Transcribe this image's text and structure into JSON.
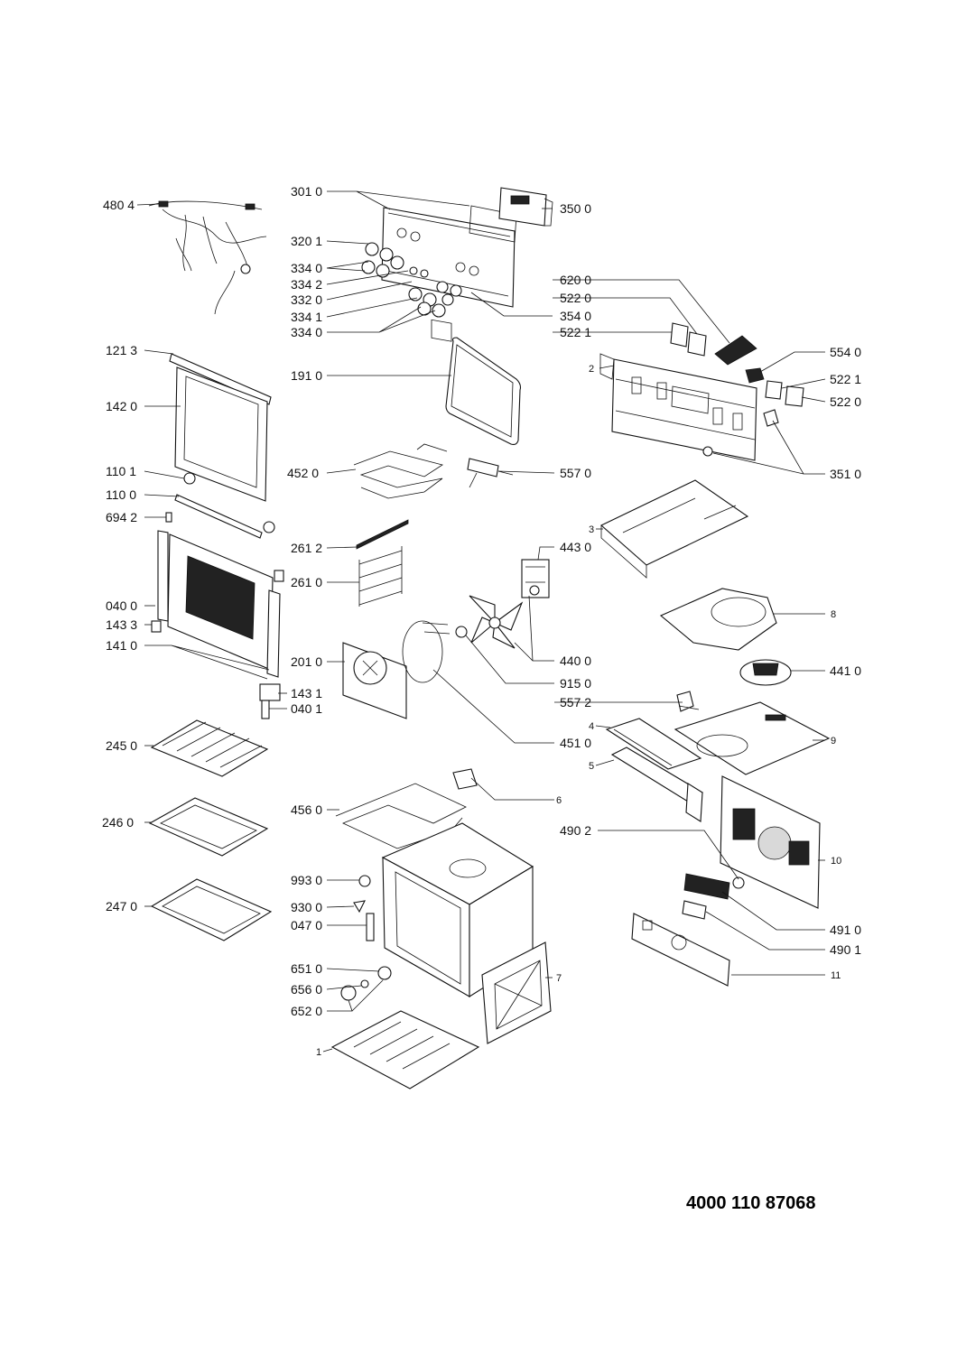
{
  "document_number": "4000 110 87068",
  "labels": {
    "l4804": "480 4",
    "l3010": "301 0",
    "l3500": "350 0",
    "l3201": "320 1",
    "l3340a": "334 0",
    "l3342": "334 2",
    "l3320": "332 0",
    "l3341": "334 1",
    "l3340b": "334 0",
    "l3540": "354 0",
    "l6200": "620 0",
    "l5220a": "522 0",
    "l5221a": "522 1",
    "l2": "2",
    "l5540": "554 0",
    "l5221b": "522 1",
    "l5220b": "522 0",
    "l3510": "351 0",
    "l1213": "121 3",
    "l1420": "142 0",
    "l1910": "191 0",
    "l4520": "452 0",
    "l5570": "557 0",
    "l1101": "110 1",
    "l1100": "110 0",
    "l6942": "694 2",
    "l2612": "261 2",
    "l2610": "261 0",
    "l3": "3",
    "l4430": "443 0",
    "l0400": "040 0",
    "l1433": "143 3",
    "l1410": "141 0",
    "l8": "8",
    "l2010": "201 0",
    "l4400": "440 0",
    "l4410": "441 0",
    "l9150": "915 0",
    "l1431": "143 1",
    "l0401": "040 1",
    "l5572": "557 2",
    "l4": "4",
    "l2450": "245 0",
    "l4510": "451 0",
    "l9": "9",
    "l5": "5",
    "l6": "6",
    "l4560": "456 0",
    "l2460": "246 0",
    "l4902": "490 2",
    "l10": "10",
    "l9930": "993 0",
    "l9300": "930 0",
    "l2470": "247 0",
    "l0470": "047 0",
    "l4910": "491 0",
    "l4901": "490 1",
    "l6510": "651 0",
    "l6560": "656 0",
    "l7": "7",
    "l11": "11",
    "l6520": "652 0",
    "l1": "1"
  }
}
